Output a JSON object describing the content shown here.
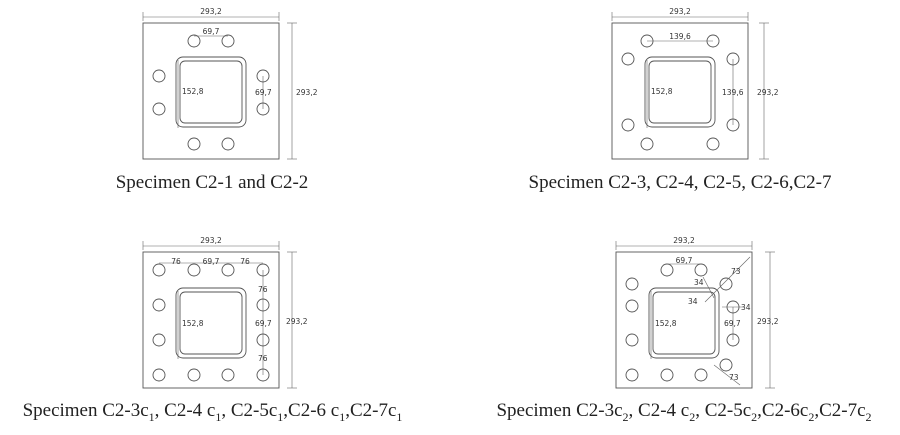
{
  "panels": [
    {
      "id": "p1",
      "caption": "Specimen C2-1 and C2-2",
      "dims": {
        "plate_w": "293,2",
        "plate_h": "293,2",
        "tube": "152,8",
        "a": "69,7",
        "b": "69,7"
      }
    },
    {
      "id": "p2",
      "caption": "Specimen C2-3, C2-4, C2-5, C2-6,C2-7",
      "dims": {
        "plate_w": "293,2",
        "plate_h": "293,2",
        "tube": "152,8",
        "a": "139,6",
        "b": "139,6"
      }
    },
    {
      "id": "p3",
      "caption_parts": [
        "Specimen C2-3c",
        "1",
        ", C2-4 c",
        "1",
        ", C2-5c",
        "1",
        ",C2-6 c",
        "1",
        ",C2-7c",
        "1"
      ],
      "dims": {
        "plate_w": "293,2",
        "plate_h": "293,2",
        "tube": "152,8",
        "a": "69,7",
        "b": "69,7",
        "s1": "76",
        "s2": "76",
        "s3": "76",
        "s4": "76"
      }
    },
    {
      "id": "p4",
      "caption_parts": [
        "Specimen C2-3c",
        "2",
        ", C2-4 c",
        "2",
        ", C2-5c",
        "2",
        ",C2-6c",
        "2",
        ",C2-7c",
        "2"
      ],
      "dims": {
        "plate_w": "293,2",
        "plate_h": "293,2",
        "tube": "152,8",
        "a": "69,7",
        "b": "69,7",
        "d1": "73",
        "d2": "73",
        "e1": "34",
        "e2": "34",
        "e3": "34"
      }
    }
  ]
}
